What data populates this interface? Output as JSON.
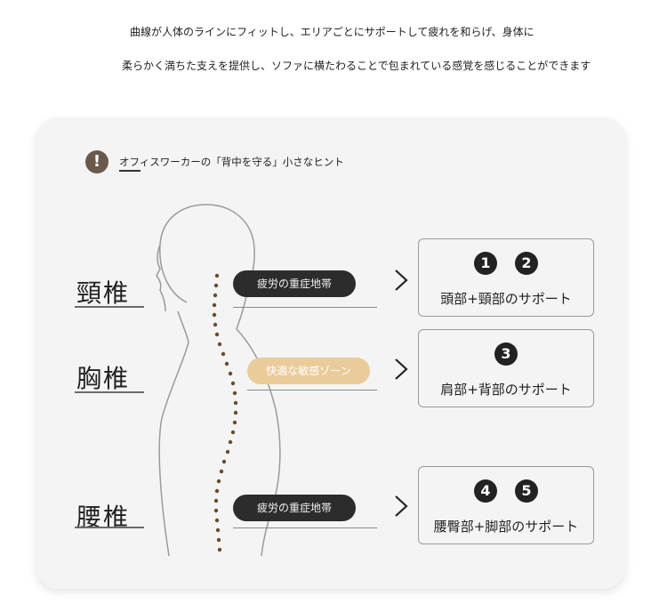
{
  "intro": {
    "line1": "曲線が人体のラインにフィットし、エリアごとにサポートして疲れを和らげ、身体に",
    "line2": "柔らかく満ちた支えを提供し、ソファに横たわることで包まれている感覚を感じることができます"
  },
  "hint": {
    "icon": "!",
    "icon_name": "exclamation-icon",
    "text": "オフィスワーカーの「背中を守る」小さなヒント"
  },
  "zones": [
    {
      "label": "頸椎",
      "pill": "疲労の重症地帯",
      "pill_style": "dark",
      "numbers": [
        "1",
        "2"
      ],
      "support": "頭部+頸部のサポート"
    },
    {
      "label": "胸椎",
      "pill": "快適な敏感ゾーン",
      "pill_style": "light",
      "numbers": [
        "3"
      ],
      "support": "肩部+背部のサポート"
    },
    {
      "label": "腰椎",
      "pill": "疲労の重症地帯",
      "pill_style": "dark",
      "numbers": [
        "4",
        "5"
      ],
      "support": "腰臀部+脚部のサポート"
    }
  ],
  "colors": {
    "card": "#f4f4f4",
    "pill_dark": "#2c2c2c",
    "pill_light": "#eacb9a",
    "spine_dots": "#6b4a2a",
    "hint_icon": "#6b5a4c"
  }
}
